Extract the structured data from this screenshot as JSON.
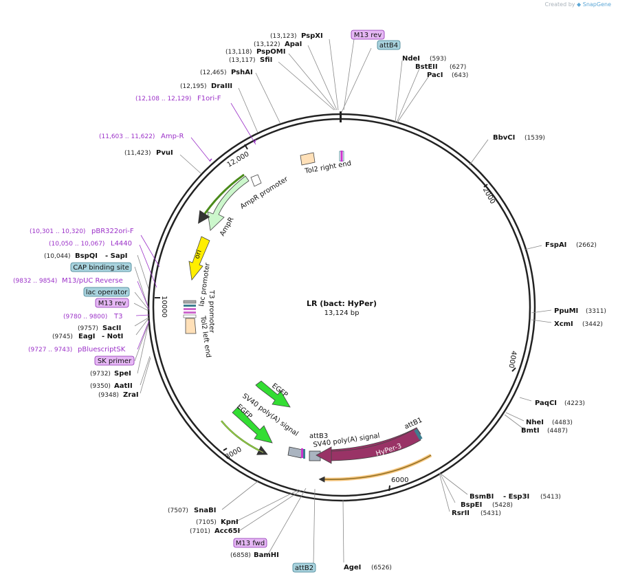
{
  "credit": {
    "prefix": "Created by",
    "brand": "SnapGene"
  },
  "plasmid": {
    "name": "LR (bact: HyPer)",
    "length_label": "13,124 bp"
  },
  "ticks": [
    "2000",
    "4000",
    "6000",
    "8000",
    "10000",
    "12,000"
  ],
  "sites": [
    {
      "name": "PspXI",
      "pos": "(13,123)",
      "id": "pspxi"
    },
    {
      "name": "ApaI",
      "pos": "(13,122)",
      "id": "apai"
    },
    {
      "name": "PspOMI",
      "pos": "(13,118)",
      "id": "pspomi"
    },
    {
      "name": "SfiI",
      "pos": "(13,117)",
      "id": "sfii"
    },
    {
      "name": "PshAI",
      "pos": "(12,465)",
      "id": "pshai"
    },
    {
      "name": "DraIII",
      "pos": "(12,195)",
      "id": "draiii"
    },
    {
      "name": "PvuI",
      "pos": "(11,423)",
      "id": "pvui"
    },
    {
      "name": "NdeI",
      "pos": "(593)",
      "id": "ndei"
    },
    {
      "name": "BstEII",
      "pos": "(627)",
      "id": "bsteii"
    },
    {
      "name": "PacI",
      "pos": "(643)",
      "id": "paci"
    },
    {
      "name": "BbvCI",
      "pos": "(1539)",
      "id": "bbvci"
    },
    {
      "name": "FspAI",
      "pos": "(2662)",
      "id": "fspai"
    },
    {
      "name": "PpuMI",
      "pos": "(3311)",
      "id": "ppumi"
    },
    {
      "name": "XcmI",
      "pos": "(3442)",
      "id": "xcmi"
    },
    {
      "name": "PaqCI",
      "pos": "(4223)",
      "id": "paqci"
    },
    {
      "name": "NheI",
      "pos": "(4483)",
      "id": "nhei"
    },
    {
      "name": "BmtI",
      "pos": "(4487)",
      "id": "bmti"
    },
    {
      "name": "BsmBI",
      "pos": "",
      "id": "bsmbi"
    },
    {
      "name": "- Esp3I",
      "pos": "(5413)",
      "id": "esp3i"
    },
    {
      "name": "BspEI",
      "pos": "(5428)",
      "id": "bspei"
    },
    {
      "name": "RsrII",
      "pos": "(5431)",
      "id": "rsrii"
    },
    {
      "name": "AgeI",
      "pos": "(6526)",
      "id": "agei"
    },
    {
      "name": "BamHI",
      "pos": "(6858)",
      "id": "bamhi"
    },
    {
      "name": "Acc65I",
      "pos": "(7101)",
      "id": "acc65i"
    },
    {
      "name": "KpnI",
      "pos": "(7105)",
      "id": "kpni"
    },
    {
      "name": "SnaBI",
      "pos": "(7507)",
      "id": "snabi"
    },
    {
      "name": "ZraI",
      "pos": "(9348)",
      "id": "zrai"
    },
    {
      "name": "AatII",
      "pos": "(9350)",
      "id": "aatii"
    },
    {
      "name": "SpeI",
      "pos": "(9732)",
      "id": "spei"
    },
    {
      "name": "EagI",
      "pos": "(9745)",
      "id": "eagi"
    },
    {
      "name": "- NotI",
      "pos": "",
      "id": "noti"
    },
    {
      "name": "SacII",
      "pos": "(9757)",
      "id": "sacii"
    },
    {
      "name": "BspQI",
      "pos": "(10,044)",
      "id": "bspqi"
    },
    {
      "name": "- SapI",
      "pos": "",
      "id": "sapi"
    }
  ],
  "primers": [
    {
      "name": "F1ori-F",
      "pos": "(12,108 .. 12,129)",
      "id": "f1ori-f"
    },
    {
      "name": "Amp-R",
      "pos": "(11,603 .. 11,622)",
      "id": "amp-r"
    },
    {
      "name": "pBR322ori-F",
      "pos": "(10,301 .. 10,320)",
      "id": "pbr322ori-f"
    },
    {
      "name": "L4440",
      "pos": "(10,050 .. 10,067)",
      "id": "l4440"
    },
    {
      "name": "M13/pUC Reverse",
      "pos": "(9832 .. 9854)",
      "id": "m13puc-reverse"
    },
    {
      "name": "T3",
      "pos": "(9780 .. 9800)",
      "id": "t3"
    },
    {
      "name": "pBluescriptSK",
      "pos": "(9727 .. 9743)",
      "id": "pbluescriptsk"
    }
  ],
  "boxes": [
    {
      "label": "M13 rev",
      "kind": "primer",
      "id": "m13rev-top"
    },
    {
      "label": "attB4",
      "kind": "feature",
      "id": "attb4"
    },
    {
      "label": "CAP binding site",
      "kind": "feature",
      "id": "cap-binding-site"
    },
    {
      "label": "lac operator",
      "kind": "feature",
      "id": "lac-operator"
    },
    {
      "label": "M13 rev",
      "kind": "primer",
      "id": "m13rev-left"
    },
    {
      "label": "SK primer",
      "kind": "primer",
      "id": "sk-primer"
    },
    {
      "label": "M13 fwd",
      "kind": "primer",
      "id": "m13fwd"
    },
    {
      "label": "attB2",
      "kind": "feature",
      "id": "attb2"
    }
  ],
  "features": [
    {
      "label": "Tol2 right end",
      "id": "tol2-right-end"
    },
    {
      "label": "AmpR promoter",
      "id": "ampr-promoter"
    },
    {
      "label": "AmpR",
      "id": "ampr"
    },
    {
      "label": "ori",
      "id": "ori"
    },
    {
      "label": "lac promoter",
      "id": "lac-promoter"
    },
    {
      "label": "T3 promoter",
      "id": "t3-promoter"
    },
    {
      "label": "Tol2 left end",
      "id": "tol2-left-end"
    },
    {
      "label": "EGFP",
      "id": "egfp-1"
    },
    {
      "label": "SV40 poly(A) signal",
      "id": "sv40-1"
    },
    {
      "label": "EGFP",
      "id": "egfp-2"
    },
    {
      "label": "attB3",
      "id": "attb3"
    },
    {
      "label": "SV40 poly(A) signal",
      "id": "sv40-2"
    },
    {
      "label": "attB1",
      "id": "attb1"
    },
    {
      "label": "HyPer-3",
      "id": "hyper-3"
    }
  ],
  "colors": {
    "backbone": "#222222",
    "primer": "#9b30c8",
    "primer_box": "#e6b8f5",
    "feature_box": "#a9d3de",
    "ampr": "#ccf7cc",
    "ori": "#ffee00",
    "egfp": "#33dd33",
    "hyper": "#993366",
    "tol2": "#ffe0b8"
  }
}
